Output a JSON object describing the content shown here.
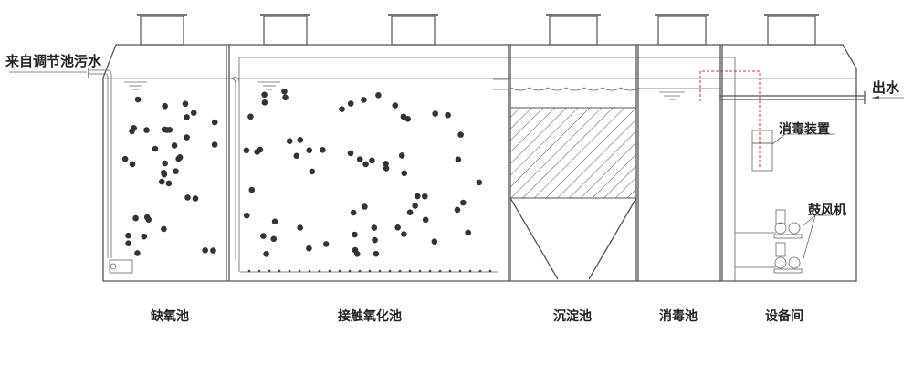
{
  "labels": {
    "inflow": "来自调节池污水",
    "outflow": "出水",
    "disinfection_device": "消毒装置",
    "blower": "鼓风机"
  },
  "tanks": [
    {
      "name": "缺氧池"
    },
    {
      "name": "接触氧化池"
    },
    {
      "name": "沉淀池"
    },
    {
      "name": "消毒池"
    },
    {
      "name": "设备间"
    }
  ],
  "colors": {
    "line": "#555555",
    "dosing_line": "#cc3333",
    "dot": "#333333"
  }
}
